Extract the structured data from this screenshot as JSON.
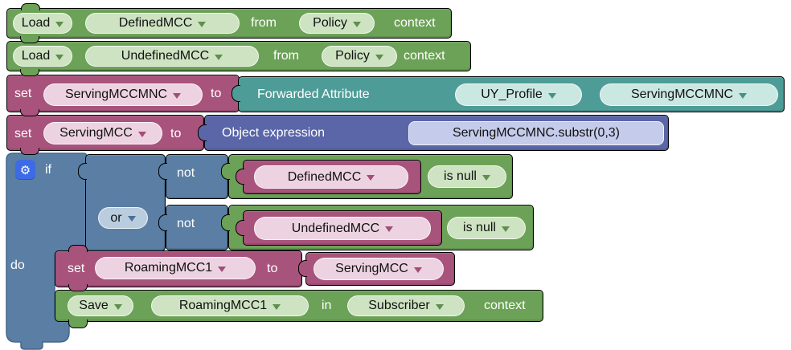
{
  "colors": {
    "green_block": "#6CA257",
    "green_border": "#4E7C3B",
    "green_field": "#CDE3C2",
    "pink_block": "#A8537C",
    "pink_border": "#7E3259",
    "pink_field": "#EDD3E1",
    "teal_block": "#4E9C97",
    "teal_border": "#357E78",
    "teal_field": "#CBE7E1",
    "indigo_block": "#5A66A8",
    "indigo_border": "#3E4A86",
    "indigo_field": "#C5CBEA",
    "steel_block": "#5A7EA4",
    "steel_border": "#44668C",
    "steel_field": "#B9CDDF",
    "gear_chip": "#3D6BE5"
  },
  "icons": {
    "gear": "⚙"
  },
  "blocks": {
    "load1": {
      "verb": "Load",
      "variable": "DefinedMCC",
      "from": "from",
      "context_name": "Policy",
      "context": "context"
    },
    "load2": {
      "verb": "Load",
      "variable": "UndefinedMCC",
      "from": "from",
      "context_name": "Policy",
      "context": "context"
    },
    "set_servingmccmnc": {
      "set": "set",
      "variable": "ServingMCCMNC",
      "to": "to"
    },
    "forwarded_attribute": {
      "label": "Forwarded Attribute",
      "profile": "UY_Profile",
      "attribute": "ServingMCCMNC"
    },
    "set_servingmcc": {
      "set": "set",
      "variable": "ServingMCC",
      "to": "to"
    },
    "object_expression": {
      "label": "Object expression",
      "expression": "ServingMCCMNC.substr(0,3)"
    },
    "if_block": {
      "if": "if",
      "do": "do",
      "or": "or",
      "not1": "not",
      "not2": "not"
    },
    "cond1": {
      "variable": "DefinedMCC",
      "operator": "is null"
    },
    "cond2": {
      "variable": "UndefinedMCC",
      "operator": "is null"
    },
    "set_roamingmcc1": {
      "set": "set",
      "variable": "RoamingMCC1",
      "to": "to",
      "value_variable": "ServingMCC"
    },
    "save": {
      "verb": "Save",
      "variable": "RoamingMCC1",
      "in": "in",
      "context_name": "Subscriber",
      "context": "context"
    }
  }
}
